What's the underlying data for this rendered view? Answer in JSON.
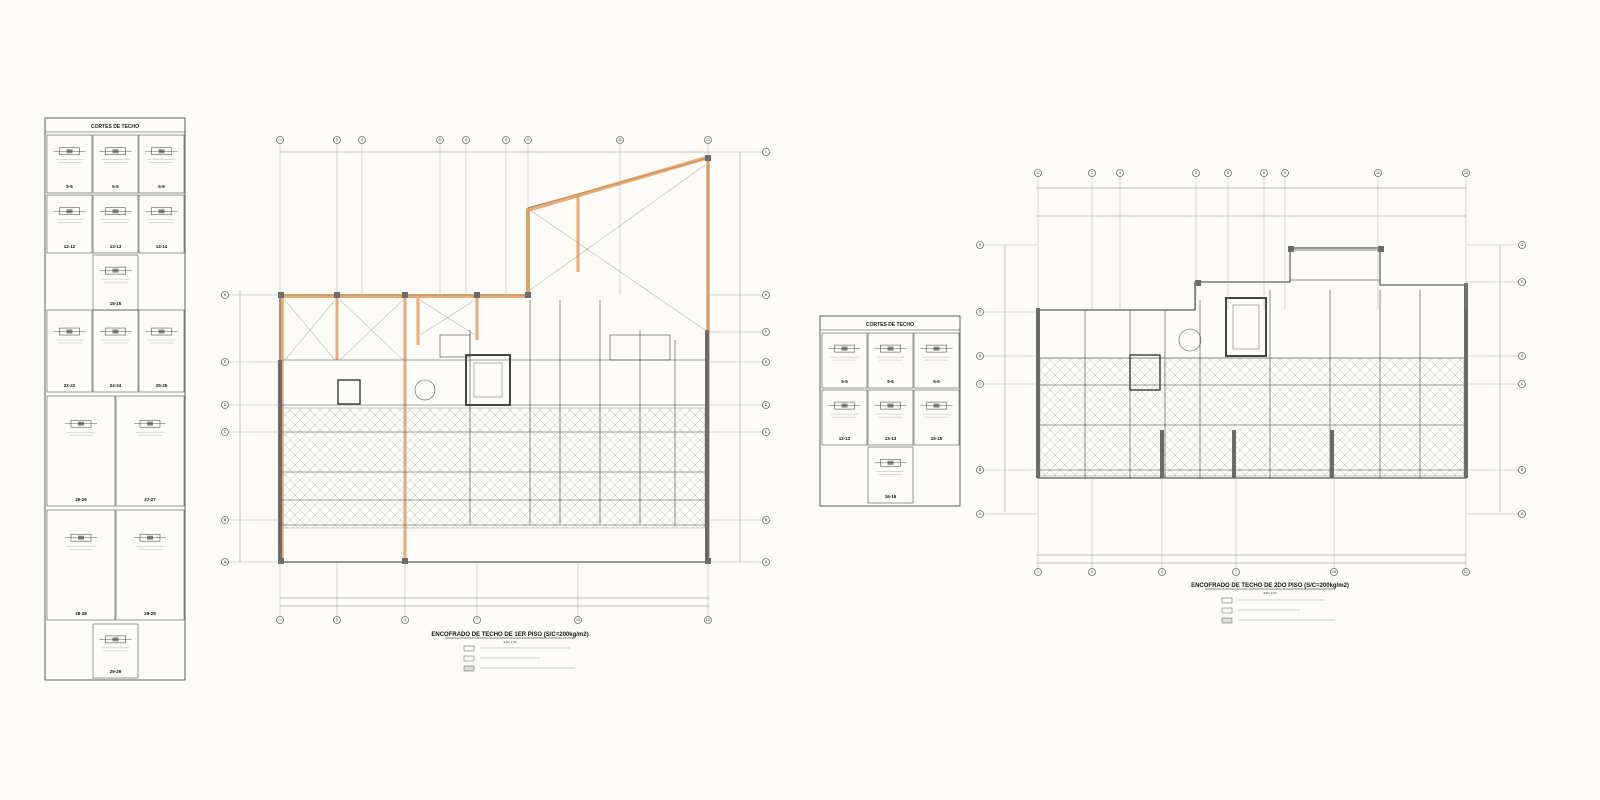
{
  "colors": {
    "background": "#fdfcf8",
    "line": "#333333",
    "thin": "#888888",
    "beam_highlight": "#e0a060",
    "hatch": "#b8b8b8",
    "column_fill": "#6a6a6a"
  },
  "left_panel": {
    "title": "CORTES DE TECHO",
    "cells": [
      "5-5",
      "5-5",
      "5-5",
      "12-12",
      "13-13",
      "14-14",
      "15-15",
      "22-22",
      "24-24",
      "25-25",
      "26-26",
      "27-27",
      "28-28",
      "29-29",
      "29-29"
    ]
  },
  "plan1": {
    "title": "ENCOFRADO DE TECHO DE 1ER PISO (S/C=200kg/m2)",
    "scale": "ESC 1:50",
    "top_axes": [
      "1",
      "2'",
      "3",
      "5",
      "5",
      "6",
      "8",
      "11",
      "12"
    ],
    "bottom_axes": [
      "1",
      "2'",
      "4",
      "7",
      "10",
      "12'"
    ],
    "right_axes": [
      "I",
      "H",
      "F",
      "E",
      "D",
      "C",
      "B",
      "A"
    ],
    "left_axes": [
      "H",
      "E",
      "D",
      "C",
      "B",
      "A"
    ]
  },
  "middle_panel": {
    "title": "CORTES DE TECHO",
    "cells": [
      "5-5",
      "5-5",
      "5-5",
      "12-12",
      "13-13",
      "15-15",
      "16-16"
    ]
  },
  "plan2": {
    "title": "ENCOFRADO DE TECHO DE 2DO PISO (S/C=200kg/m2)",
    "scale": "ESC 1:50",
    "top_axes": [
      "1",
      "2'",
      "3",
      "5",
      "6",
      "8",
      "9",
      "11",
      "12"
    ],
    "bottom_axes": [
      "1",
      "2'",
      "4",
      "7",
      "10",
      "12'"
    ],
    "right_axes": [
      "G",
      "F",
      "D",
      "C",
      "B",
      "A"
    ],
    "left_axes": [
      "H",
      "E",
      "D",
      "C",
      "B",
      "A"
    ]
  }
}
